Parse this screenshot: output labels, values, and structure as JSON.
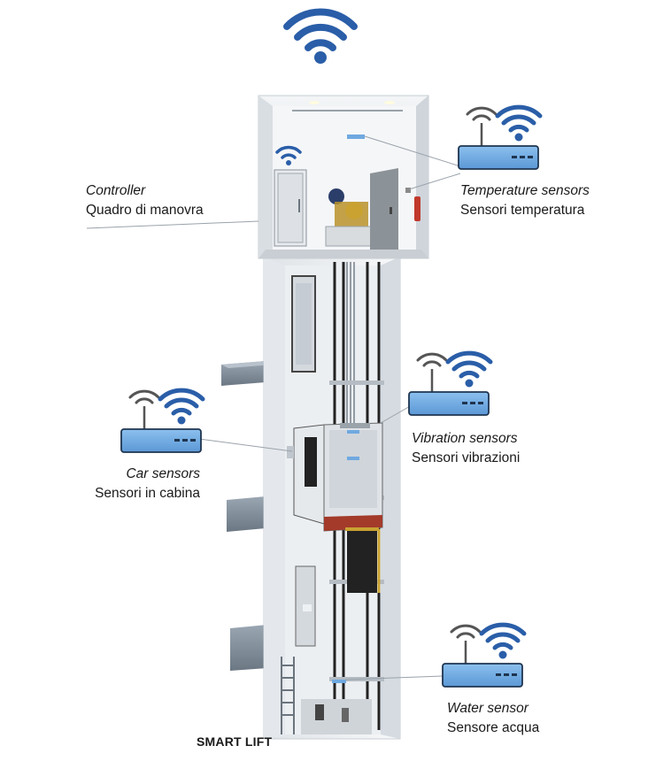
{
  "title": "SMART LIFT",
  "colors": {
    "wifi": "#2a5ea8",
    "device": "#6fa9e0",
    "antenna": "#555555",
    "shaft": "#f3f3f3",
    "machine_room": "#eef0f2"
  },
  "labels": {
    "controller": {
      "en": "Controller",
      "it": "Quadro di manovra"
    },
    "temperature": {
      "en": "Temperature sensors",
      "it": "Sensori temperatura"
    },
    "vibration": {
      "en": "Vibration sensors",
      "it": "Sensori vibrazioni"
    },
    "car": {
      "en": "Car sensors",
      "it": "Sensori in cabina"
    },
    "water": {
      "en": "Water sensor",
      "it": "Sensore acqua"
    }
  },
  "icons": [
    "wifi-icon",
    "router-icon",
    "antenna-icon"
  ]
}
